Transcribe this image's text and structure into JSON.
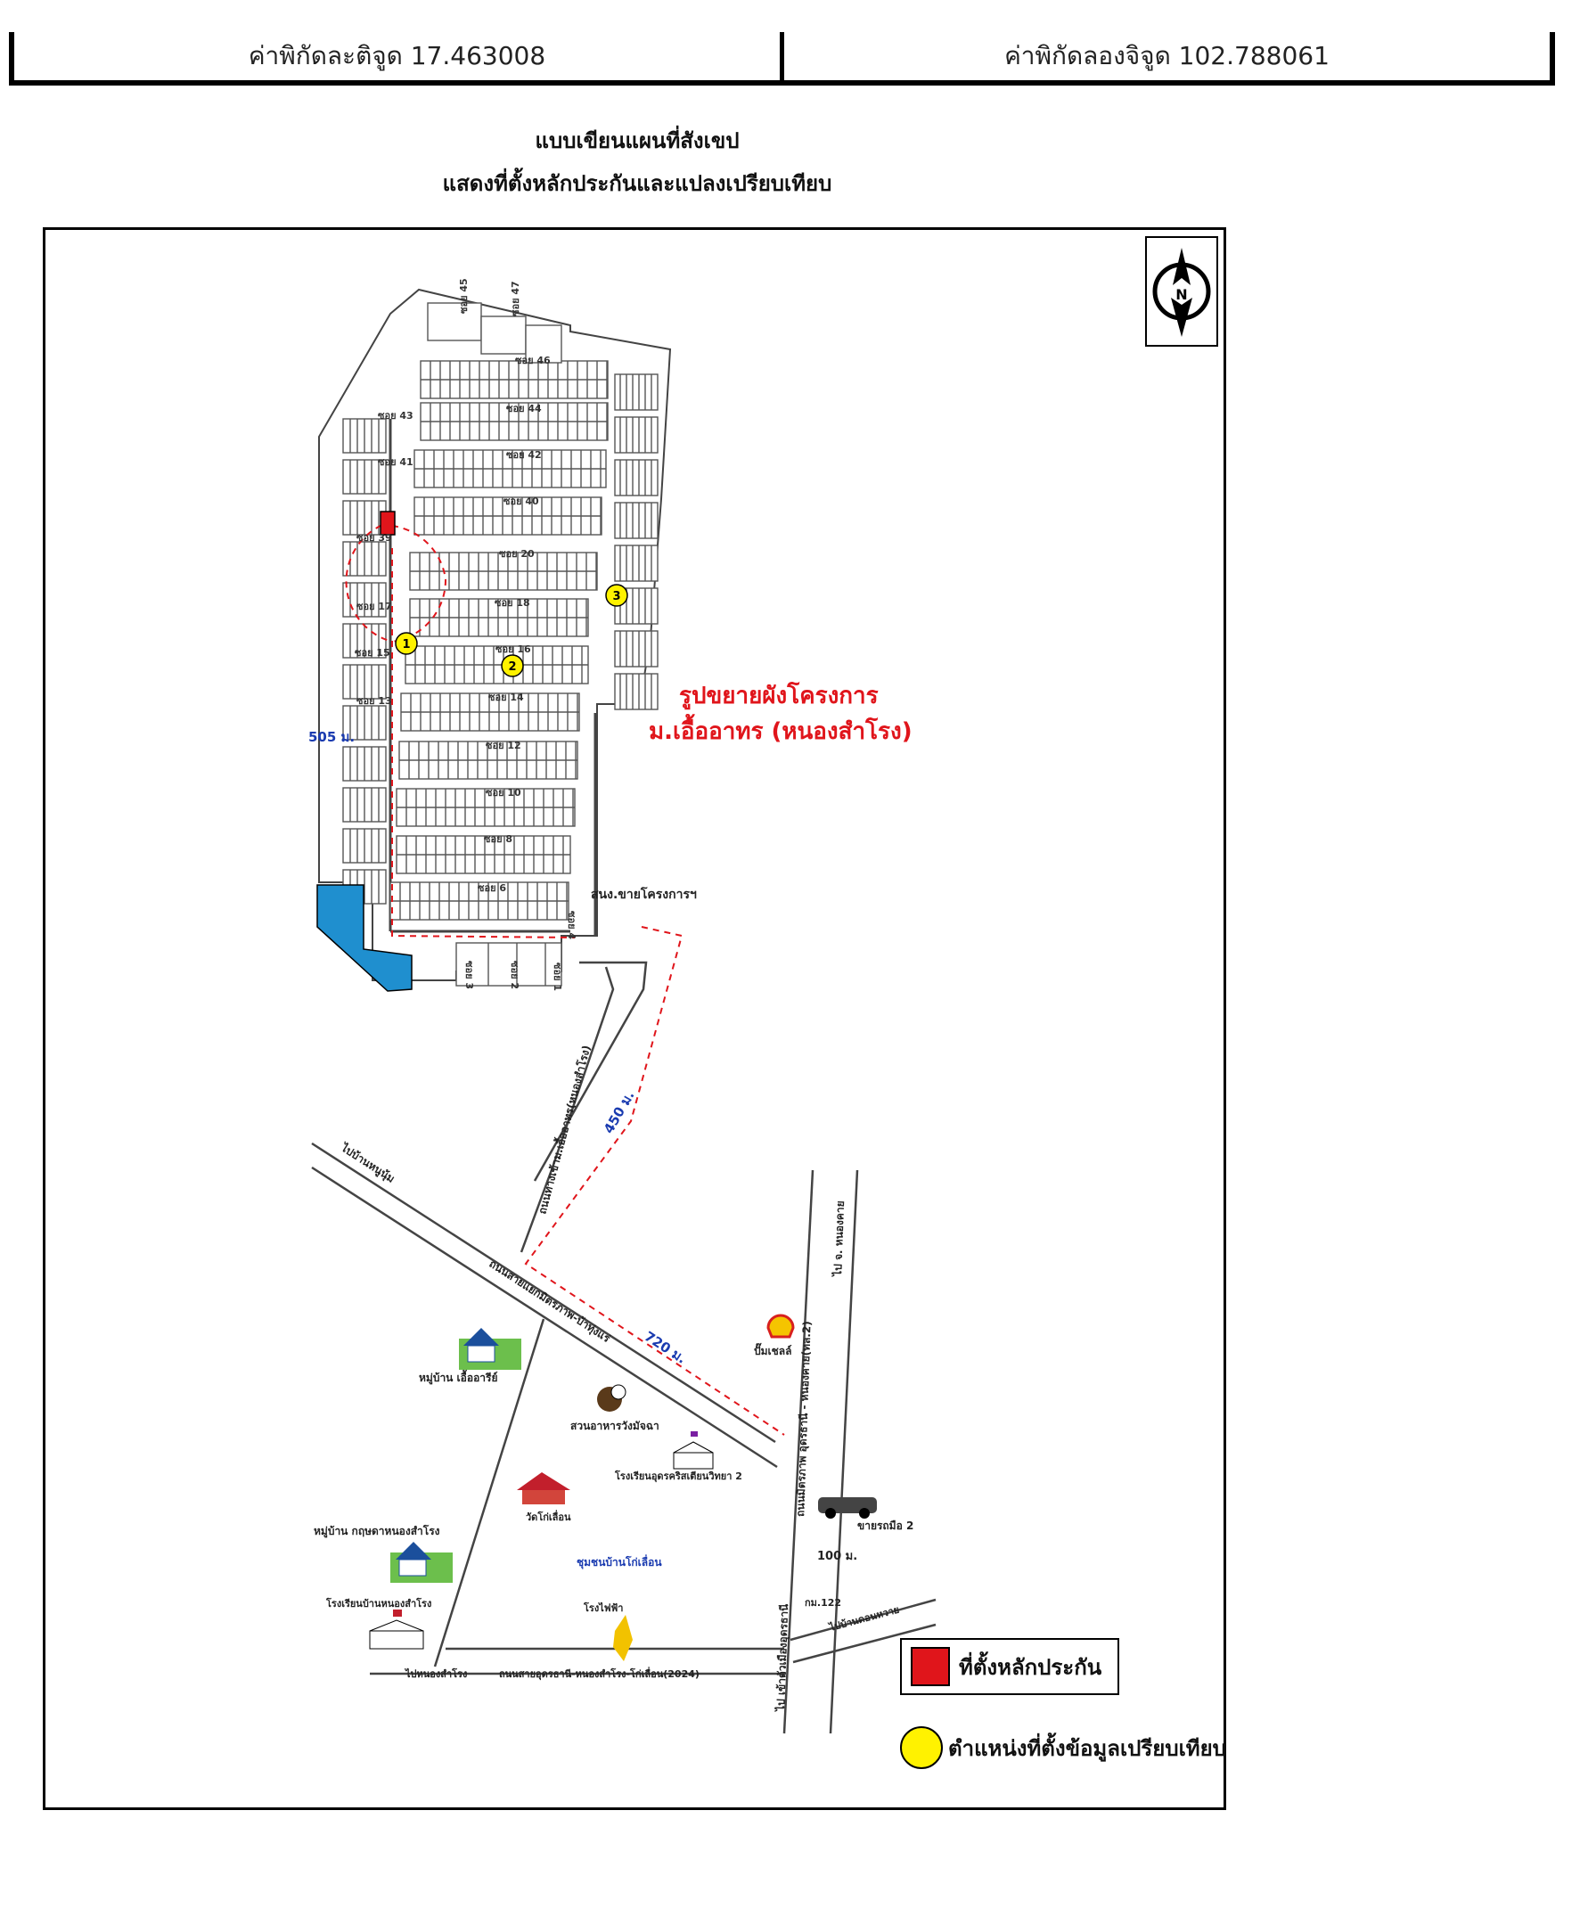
{
  "coordinates": {
    "latitude_label": "ค่าพิกัดละติจูด 17.463008",
    "longitude_label": "ค่าพิกัดลองจิจูด 102.788061"
  },
  "titles": {
    "line1": "แบบเขียนแผนที่สังเขป",
    "line2": "แสดงที่ตั้งหลักประกันและแปลงเปรียบเทียบ"
  },
  "compass": {
    "letter": "N",
    "icon": "north-arrow-icon"
  },
  "project": {
    "line1": "รูปขยายผังโครงการ",
    "line2": "ม.เอื้ออาทร (หนองสำโรง)"
  },
  "sois": [
    "ซอย 46",
    "ซอย 44",
    "ซอย 42",
    "ซอย 40",
    "ซอย 20",
    "ซอย 18",
    "ซอย 16",
    "ซอย 14",
    "ซอย 12",
    "ซอย 10",
    "ซอย 8",
    "ซอย 6",
    "ซอย 43",
    "ซอย 41",
    "ซอย 39",
    "ซอย 17",
    "ซอย 15",
    "ซอย 13",
    "ซอย 47",
    "ซอย 45",
    "ซอย 4",
    "ซอย 3",
    "ซอย 2",
    "ซอย 1"
  ],
  "markers": [
    "1",
    "2",
    "3"
  ],
  "distances": {
    "d505": "505 ม.",
    "d450": "450 ม.",
    "d720": "720 ม.",
    "d100": "100 ม."
  },
  "places": {
    "sales_office": "สนง.ขายโครงการฯ",
    "road_village": "ถนนทางเข้าม.เอื้ออาทร(หนองสำโรง)",
    "to_ban_nong_nam": "ไปบ้านหนูนุ้ม",
    "road_mittraphap": "ถนนสายแยกมิตรภาพ-บ้าทุ่งแร่",
    "to_nong_khai": "ไป จ. หนองคาย",
    "road_udon_nongkhai": "ถนนมิตรภาพ อุดรธานี - หนองคาย(ทล.2)",
    "shell": "ปั๊มเชลล์",
    "village_euaree": "หมู่บ้าน เอื้ออารีย์",
    "restaurant": "สวนอาหารวังมัจฉา",
    "school_christian": "โรงเรียนอุดรคริสเตียนวิทยา 2",
    "car_dealer": "ขายรถมือ 2",
    "wat": "วัดโก่เลื่อน",
    "village_krit": "หมู่บ้าน กฤษดาหนองสำโรง",
    "community": "ชุมชนบ้านโก่เลื่อน",
    "school_nongsamrong": "โรงเรียนบ้านหนองสำโรง",
    "power": "โรงไฟฟ้า",
    "km": "กม.122",
    "to_ban_don_wai": "ไปบ้านดอนหวาย",
    "to_nong_samrong": "ไปหนองสำโรง",
    "road_bottom": "ถนนสายอุดรธานี-หนองสำโรง-โก่เลื่อน(2024)",
    "to_city": "ไป เข้าตัวเมืองอุดรธานี"
  },
  "legend": {
    "collateral": "ที่ตั้งหลักประกัน",
    "comparison": "ตำแหน่งที่ตั้งข้อมูลเปรียบเทียบ",
    "collateral_color": "#e0151b",
    "comparison_color": "#fff200"
  },
  "colors": {
    "route": "#e0151b",
    "pond": "#1f8fcf",
    "distance": "#1a3bb0"
  }
}
